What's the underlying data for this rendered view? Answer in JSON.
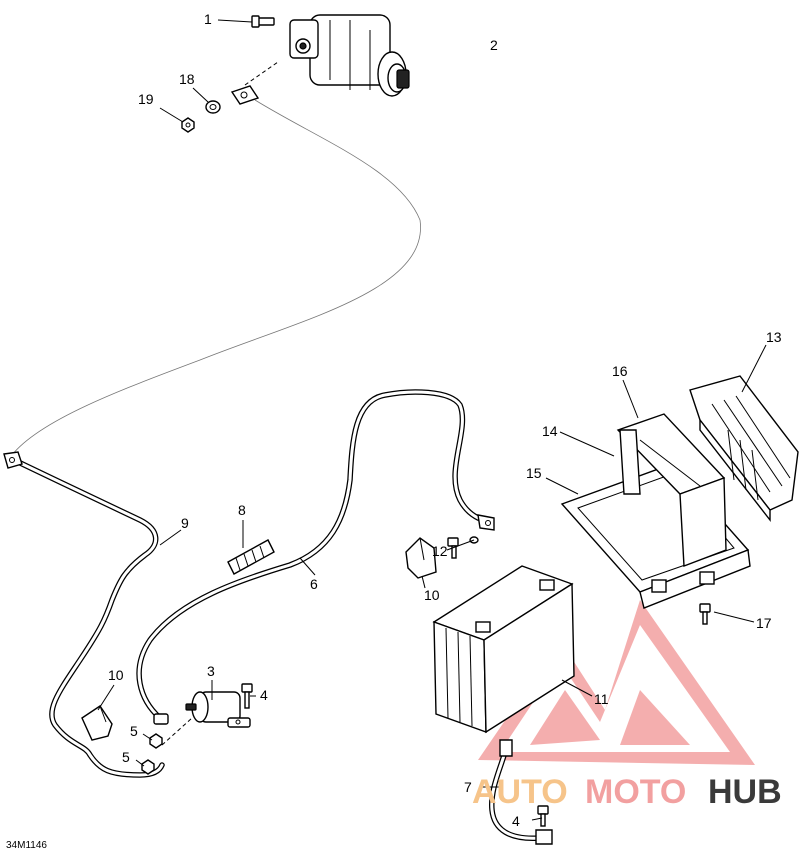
{
  "diagram": {
    "drawing_code": "34M1146",
    "callouts": [
      "1",
      "2",
      "3",
      "4",
      "4",
      "5",
      "5",
      "6",
      "7",
      "8",
      "9",
      "10",
      "10",
      "11",
      "12",
      "13",
      "14",
      "15",
      "16",
      "17",
      "18",
      "19"
    ]
  },
  "watermark": {
    "word_part1": "AUTO",
    "word_part2": "MOTO",
    "word_part3": "HUB",
    "color_primary": "#f2a0a0",
    "color_secondary": "#f6c48a",
    "color_dark": "#3a3a3a"
  }
}
